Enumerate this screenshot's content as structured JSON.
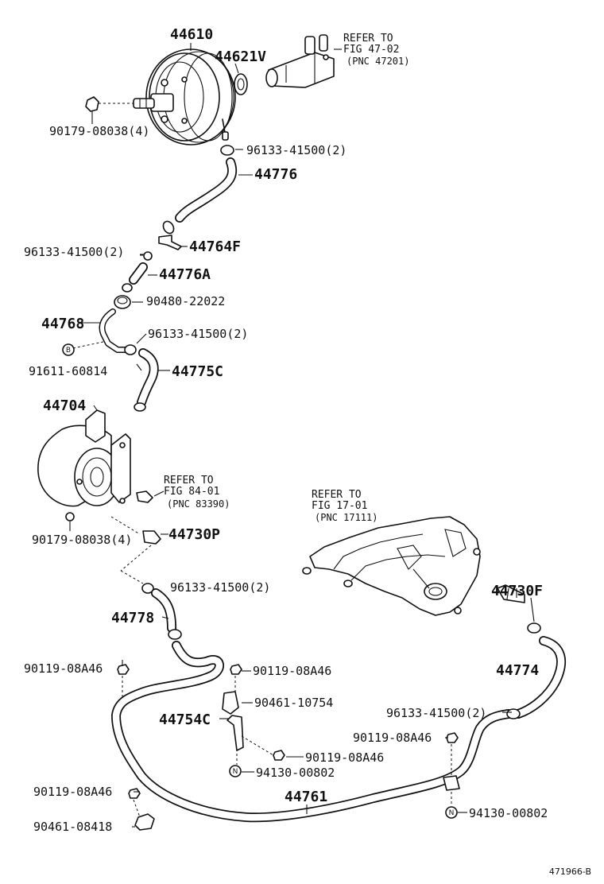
{
  "labels": {
    "p44610": "44610",
    "p44621v": "44621V",
    "p90179_top": "90179-08038(4)",
    "p96133_a": "96133-41500(2)",
    "p44776": "44776",
    "p96133_b": "96133-41500(2)",
    "p44764f": "44764F",
    "p44776a": "44776A",
    "p90480": "90480-22022",
    "p44768": "44768",
    "p96133_c": "96133-41500(2)",
    "p91611": "91611-60814",
    "p44775c": "44775C",
    "p44704": "44704",
    "p90179_bot": "90179-08038(4)",
    "p44730p": "44730P",
    "p96133_d": "96133-41500(2)",
    "p44778": "44778",
    "p90119_a": "90119-08A46",
    "p90119_b": "90119-08A46",
    "p90461_10754": "90461-10754",
    "p44754c": "44754C",
    "p90119_c": "90119-08A46",
    "p94130_a": "94130-00802",
    "p90119_d": "90119-08A46",
    "p44761": "44761",
    "p90461_08418": "90461-08418",
    "p94130_b": "94130-00802",
    "p44730f": "44730F",
    "p44774": "44774",
    "p96133_e": "96133-41500(2)",
    "p90119_e": "90119-08A46"
  },
  "refs": {
    "fig47": {
      "line1": "REFER TO",
      "line2": "FIG 47-02",
      "line3": "(PNC 47201)"
    },
    "fig84": {
      "line1": "REFER TO",
      "line2": "FIG 84-01",
      "line3": "(PNC 83390)"
    },
    "fig17": {
      "line1": "REFER TO",
      "line2": "FIG 17-01",
      "line3": "(PNC 17111)"
    }
  },
  "markers": {
    "b": "B",
    "n": "N"
  },
  "diagram_code": "471966-B"
}
